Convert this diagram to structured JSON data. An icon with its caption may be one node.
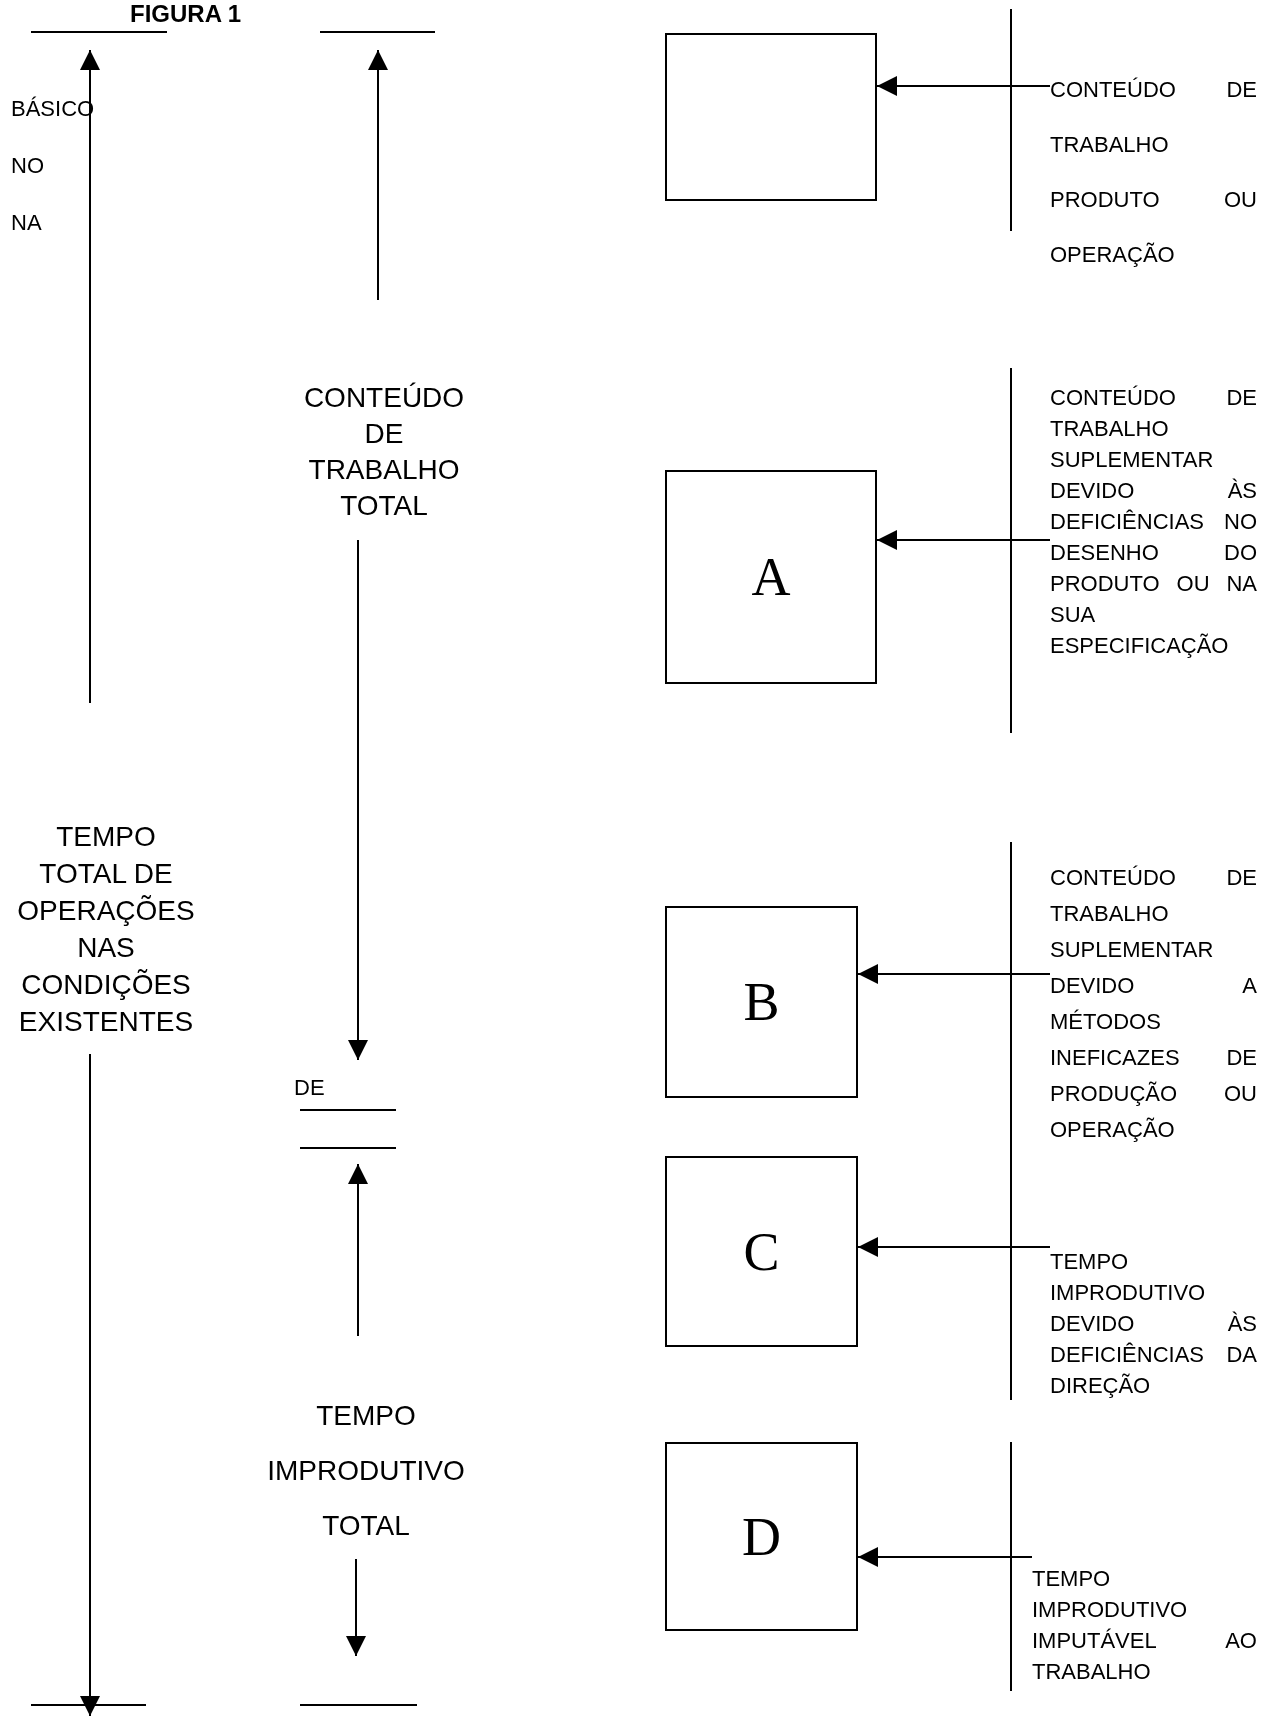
{
  "diagram": {
    "title": "FIGURA 1",
    "nodes": [
      {
        "text": [],
        "shape": "box"
      },
      {
        "text": [
          "CONTEÚDO DE TRABALHO PRODUTO OU OPERAÇÃO"
        ]
      },
      {
        "text": [
          "A"
        ]
      },
      {
        "text": [
          "CONTEÚDO DE TRABALHO SUPLEMENTAR DEVIDO ÀS DEFICIÊNCIAS NO DESENHO DO PRODUTO OU NA SUA ESPECIFICAÇÃO"
        ]
      },
      {
        "text": [
          "B"
        ]
      },
      {
        "text": [
          "CONTEÚDO DE TRABALHO SUPLEMENTAR DEVIDO A MÉTODOS INEFICAZES DE PRODUÇÃO OU OPERAÇÃO"
        ]
      },
      {
        "text": [
          "C"
        ]
      },
      {
        "text": [
          "TEMPO IMPRODUTIVO DEVIDO ÀS DEFICIÊNCIAS DA DIREÇÃO"
        ]
      },
      {
        "text": [
          "D"
        ]
      },
      {
        "text": [
          "TEMPO IMPRODUTIVO IMPUTÁVEL AO TRABALHO"
        ]
      }
    ],
    "edges": [
      {
        "from": 1,
        "to": 0,
        "arrow": "to"
      },
      {
        "from": 3,
        "to": 2,
        "arrow": "to"
      },
      {
        "from": 5,
        "to": 4,
        "arrow": "to"
      },
      {
        "from": 7,
        "to": 6,
        "arrow": "to"
      },
      {
        "from": 9,
        "to": 8,
        "arrow": "to"
      }
    ],
    "labels": [
      "BÁSICO",
      "NO",
      "NA",
      "CONTEÚDO DE TRABALHO TOTAL",
      "TEMPO TOTAL DE OPERAÇÕES NAS CONDIÇÕES EXISTENTES",
      "DE",
      "TEMPO IMPRODUTIVO TOTAL"
    ]
  }
}
